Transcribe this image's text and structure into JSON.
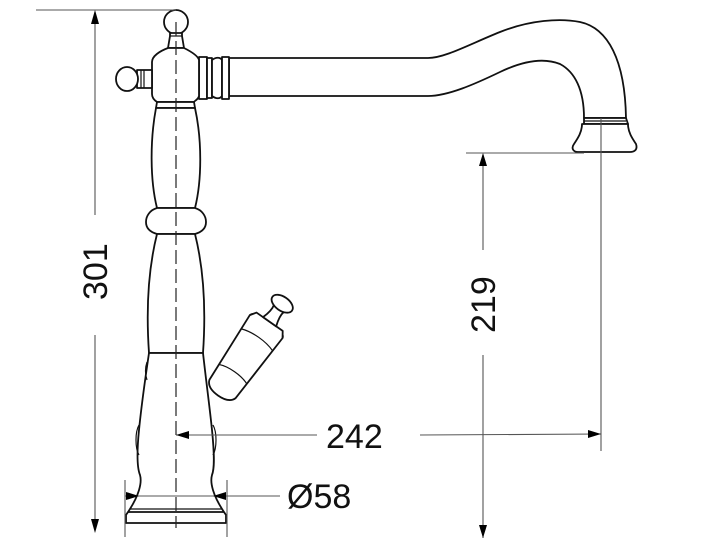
{
  "drawing": {
    "subject": "kitchen faucet technical dimension drawing",
    "units": "mm",
    "line_color": "#111111",
    "dimension_line_color": "#555555",
    "background": "#ffffff"
  },
  "dimensions": {
    "overall_height": {
      "value": "301",
      "orientation": "vertical"
    },
    "spout_clearance_height": {
      "value": "219",
      "orientation": "vertical"
    },
    "spout_reach": {
      "value": "242",
      "orientation": "horizontal"
    },
    "base_diameter": {
      "value": "Ø58",
      "orientation": "horizontal"
    }
  }
}
